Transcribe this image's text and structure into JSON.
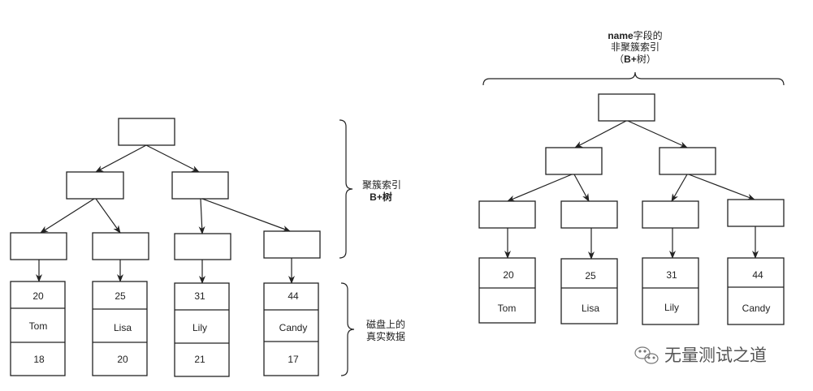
{
  "clustered": {
    "label_line1": "聚簇索引",
    "label_line2": "B+树",
    "disk_label_line1": "磁盘上的",
    "disk_label_line2": "真实数据",
    "records": [
      {
        "id": "20",
        "name": "Tom",
        "age": "18"
      },
      {
        "id": "25",
        "name": "Lisa",
        "age": "20"
      },
      {
        "id": "31",
        "name": "Lily",
        "age": "21"
      },
      {
        "id": "44",
        "name": "Candy",
        "age": "17"
      }
    ]
  },
  "secondary": {
    "title_line1_bold": "name",
    "title_line1_rest": "字段的",
    "title_line2": "非聚簇索引",
    "title_line3_open": "（",
    "title_line3_bold": "B+",
    "title_line3_rest": "树）",
    "records": [
      {
        "id": "20",
        "name": "Tom"
      },
      {
        "id": "25",
        "name": "Lisa"
      },
      {
        "id": "31",
        "name": "Lily"
      },
      {
        "id": "44",
        "name": "Candy"
      }
    ]
  },
  "watermark": "无量测试之道"
}
